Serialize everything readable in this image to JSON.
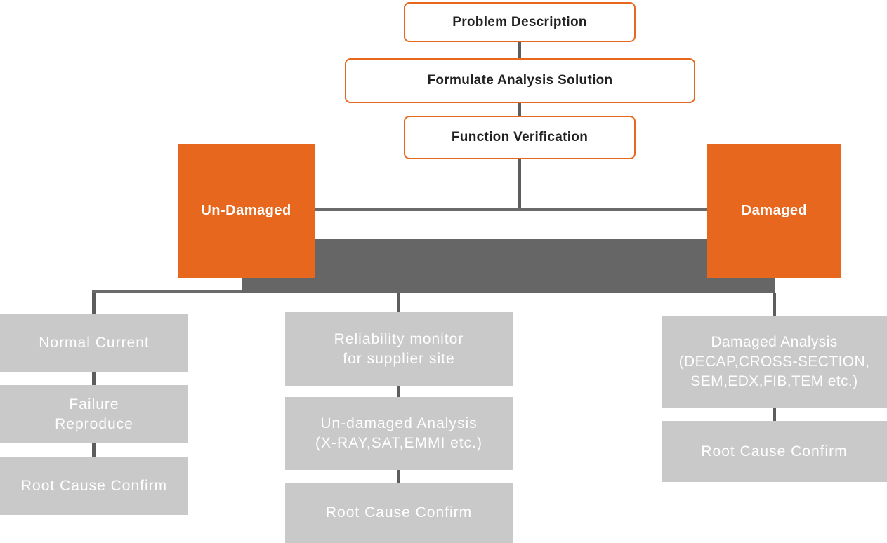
{
  "flow": {
    "steps": {
      "problem": "Problem Description",
      "formulate": "Formulate Analysis Solution",
      "function": "Function Verification"
    },
    "branches": {
      "undamaged": "Un-Damaged",
      "damaged": "Damaged"
    },
    "columns": {
      "left": [
        "Normal Current",
        "Failure\nReproduce",
        "Root Cause Confirm"
      ],
      "middle": [
        "Reliability monitor\nfor supplier site",
        "Un-damaged Analysis\n(X-RAY,SAT,EMMI etc.)",
        "Root Cause Confirm"
      ],
      "right": [
        "Damaged Analysis\n(DECAP,CROSS-SECTION,\nSEM,EDX,FIB,TEM etc.)",
        "Root Cause Confirm"
      ]
    },
    "colors": {
      "accent_orange": "#E8671E",
      "dark_bar_gray": "#666666",
      "connector_gray": "#5D5D5D",
      "node_gray": "#C9C9C9",
      "text_dark": "#212121",
      "text_light": "#FFFFFF"
    }
  }
}
